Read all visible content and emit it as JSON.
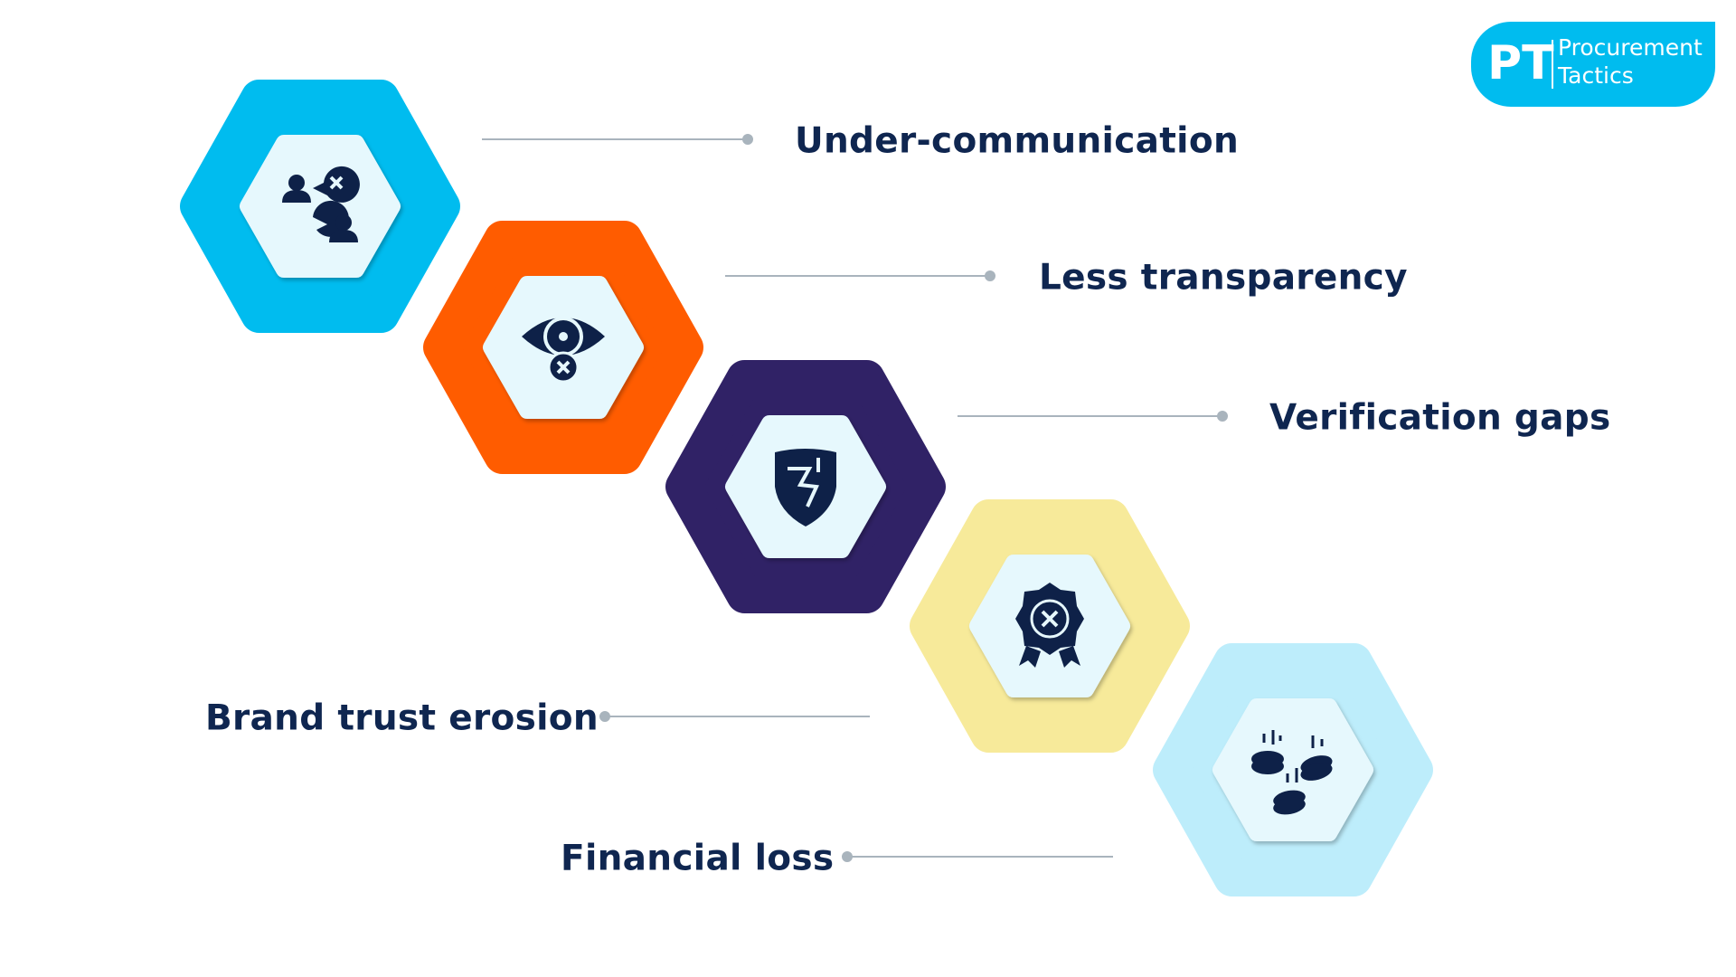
{
  "logo": {
    "initials": "PT",
    "line1": "Procurement",
    "line2": "Tactics"
  },
  "items": [
    {
      "label": "Under-communication",
      "icon": "miscommunication-icon",
      "color": "#00bcef"
    },
    {
      "label": "Less transparency",
      "icon": "eye-cross-icon",
      "color": "#ff5c00"
    },
    {
      "label": "Verification gaps",
      "icon": "broken-shield-icon",
      "color": "#302266"
    },
    {
      "label": "Brand trust erosion",
      "icon": "badge-cross-icon",
      "color": "#f7ea9a"
    },
    {
      "label": "Financial loss",
      "icon": "falling-coins-icon",
      "color": "#bdedfb"
    }
  ],
  "colors": {
    "text": "#0f2650",
    "icon": "#0e2148",
    "inner": "#e6f8fd",
    "connector": "#a9b4bd"
  }
}
